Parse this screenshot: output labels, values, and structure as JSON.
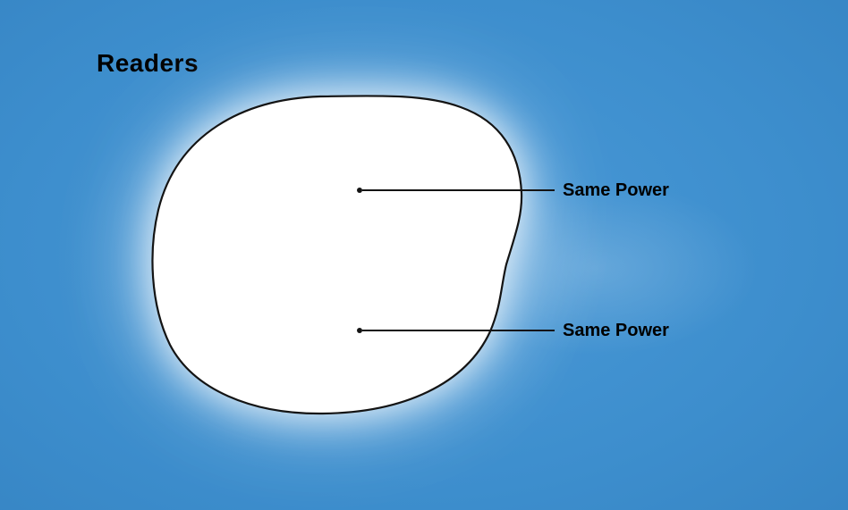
{
  "title": "Readers",
  "colors": {
    "background": "#3d8ecd",
    "background_light": "#4a9ad8",
    "background_dark": "#3583c2",
    "lens_fill": "#ffffff",
    "outline": "#141414",
    "text": "#000000"
  },
  "lens": {
    "name": "reader-lens",
    "description_icon": "lens-shape"
  },
  "callouts": [
    {
      "label": "Same Power"
    },
    {
      "label": "Same Power"
    }
  ]
}
